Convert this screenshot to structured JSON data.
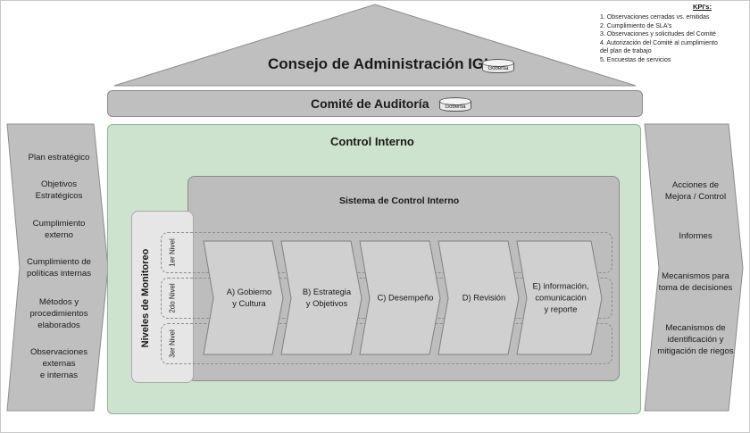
{
  "roof": {
    "title": "Consejo de Administración IGI",
    "db_label": "Gobertia"
  },
  "beam": {
    "title": "Comité de Auditoría",
    "db_label": "Gobertia"
  },
  "kpis": {
    "title": "KPI's:",
    "items": [
      "1. Observaciones cerradas vs. emitidas",
      "2. Cumplimiento de SLA's",
      "3. Observaciones y solicitudes del Comité",
      "4. Autorización del Comité al cumplimiento",
      "del plan de trabajo",
      "5. Encuestas de servicios"
    ]
  },
  "left_inputs": [
    [
      "Plan estratégico"
    ],
    [
      "Objetivos",
      "Estratégicos"
    ],
    [
      "Cumplimiento",
      "externo"
    ],
    [
      "Cumplimiento de",
      "políticas internas"
    ],
    [
      "Métodos y",
      "procedimientos",
      "elaborados"
    ],
    [
      "Observaciones",
      "externas",
      "e internas"
    ]
  ],
  "right_outputs": [
    [
      "Acciones de",
      "Mejora / Control"
    ],
    [
      "Informes"
    ],
    [
      "Mecanismos para",
      "toma de decisiones"
    ],
    [
      "Mecanismos de",
      "identificación y",
      "mitigación de riegos"
    ]
  ],
  "control_interno": {
    "title": "Control Interno"
  },
  "sistema": {
    "title": "Sistema de Control Interno"
  },
  "monitoreo": {
    "title": "Niveles de Monitoreo",
    "levels": [
      "1er Nivel",
      "2do Nivel",
      "3er Nivel"
    ]
  },
  "phases": [
    [
      "A) Gobierno",
      "y Cultura"
    ],
    [
      "B) Estrategia",
      "y Objetivos"
    ],
    [
      "C) Desempeño"
    ],
    [
      "D) Revisión"
    ],
    [
      "E) información,",
      "comunicación",
      "y reporte"
    ]
  ],
  "colors": {
    "roof": "#bfbfbf",
    "control_interno_fill": "#cde3cd",
    "sistema_fill": "#bdbdbd",
    "chevron_fill": "#d0d0d0"
  }
}
